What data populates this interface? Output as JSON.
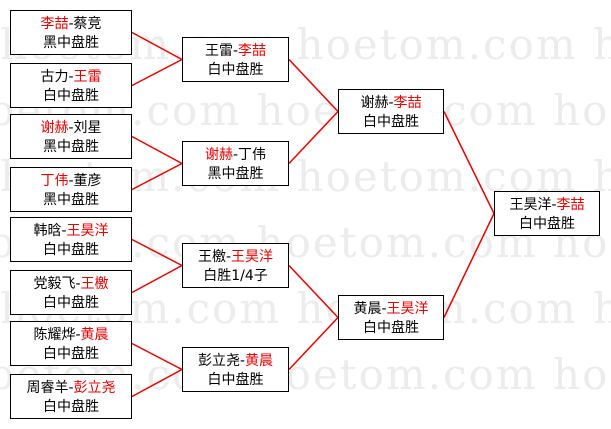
{
  "watermark": "hoetom.com",
  "round1": [
    {
      "a": "李喆",
      "b": "蔡竞",
      "winner": "a",
      "result": "黑中盘胜"
    },
    {
      "a": "古力",
      "b": "王雷",
      "winner": "b",
      "result": "白中盘胜"
    },
    {
      "a": "谢赫",
      "b": "刘星",
      "winner": "a",
      "result": "黑中盘胜"
    },
    {
      "a": "丁伟",
      "b": "董彦",
      "winner": "a",
      "result": "黑中盘胜"
    },
    {
      "a": "韩晗",
      "b": "王昊洋",
      "winner": "b",
      "result": "白中盘胜"
    },
    {
      "a": "党毅飞",
      "b": "王檄",
      "winner": "b",
      "result": "白中盘胜"
    },
    {
      "a": "陈耀烨",
      "b": "黄晨",
      "winner": "b",
      "result": "白中盘胜"
    },
    {
      "a": "周睿羊",
      "b": "彭立尧",
      "winner": "b",
      "result": "白中盘胜"
    }
  ],
  "round2": [
    {
      "a": "王雷",
      "b": "李喆",
      "winner": "b",
      "result": "白中盘胜"
    },
    {
      "a": "谢赫",
      "b": "丁伟",
      "winner": "a",
      "result": "黑中盘胜"
    },
    {
      "a": "王檄",
      "b": "王昊洋",
      "winner": "b",
      "result": "白胜1/4子"
    },
    {
      "a": "彭立尧",
      "b": "黄晨",
      "winner": "b",
      "result": "白中盘胜"
    }
  ],
  "round3": [
    {
      "a": "谢赫",
      "b": "李喆",
      "winner": "b",
      "result": "白中盘胜"
    },
    {
      "a": "黄晨",
      "b": "王昊洋",
      "winner": "b",
      "result": "白中盘胜"
    }
  ],
  "final": [
    {
      "a": "王昊洋",
      "b": "李喆",
      "winner": "b",
      "result": "白中盘胜"
    }
  ],
  "colors": {
    "winner": "#e60000",
    "connector": "#e60000",
    "border": "#000000"
  }
}
